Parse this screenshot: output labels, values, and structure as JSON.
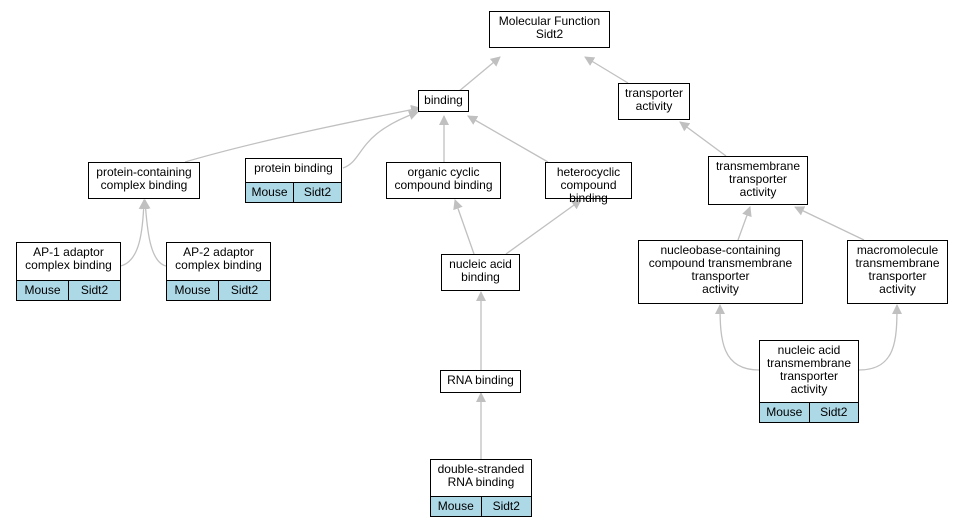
{
  "nodes": {
    "mf": {
      "label": "Molecular Function\nSidt2"
    },
    "binding": {
      "label": "binding"
    },
    "transporter": {
      "label": "transporter\nactivity"
    },
    "pccb": {
      "label": "protein-containing\ncomplex binding"
    },
    "pb": {
      "label": "protein binding",
      "organism": "Mouse",
      "gene": "Sidt2"
    },
    "occb": {
      "label": "organic cyclic\ncompound binding"
    },
    "hcb": {
      "label": "heterocyclic\ncompound binding"
    },
    "tta": {
      "label": "transmembrane\ntransporter\nactivity"
    },
    "ap1": {
      "label": "AP-1 adaptor\ncomplex binding",
      "organism": "Mouse",
      "gene": "Sidt2"
    },
    "ap2": {
      "label": "AP-2 adaptor\ncomplex binding",
      "organism": "Mouse",
      "gene": "Sidt2"
    },
    "nab": {
      "label": "nucleic acid\nbinding"
    },
    "nbc": {
      "label": "nucleobase-containing\ncompound transmembrane\ntransporter\nactivity"
    },
    "mtta": {
      "label": "macromolecule\ntransmembrane\ntransporter\nactivity"
    },
    "rnab": {
      "label": "RNA binding"
    },
    "nata": {
      "label": "nucleic acid\ntransmembrane\ntransporter\nactivity",
      "organism": "Mouse",
      "gene": "Sidt2"
    },
    "dsrna": {
      "label": "double-stranded\nRNA binding",
      "organism": "Mouse",
      "gene": "Sidt2"
    }
  }
}
